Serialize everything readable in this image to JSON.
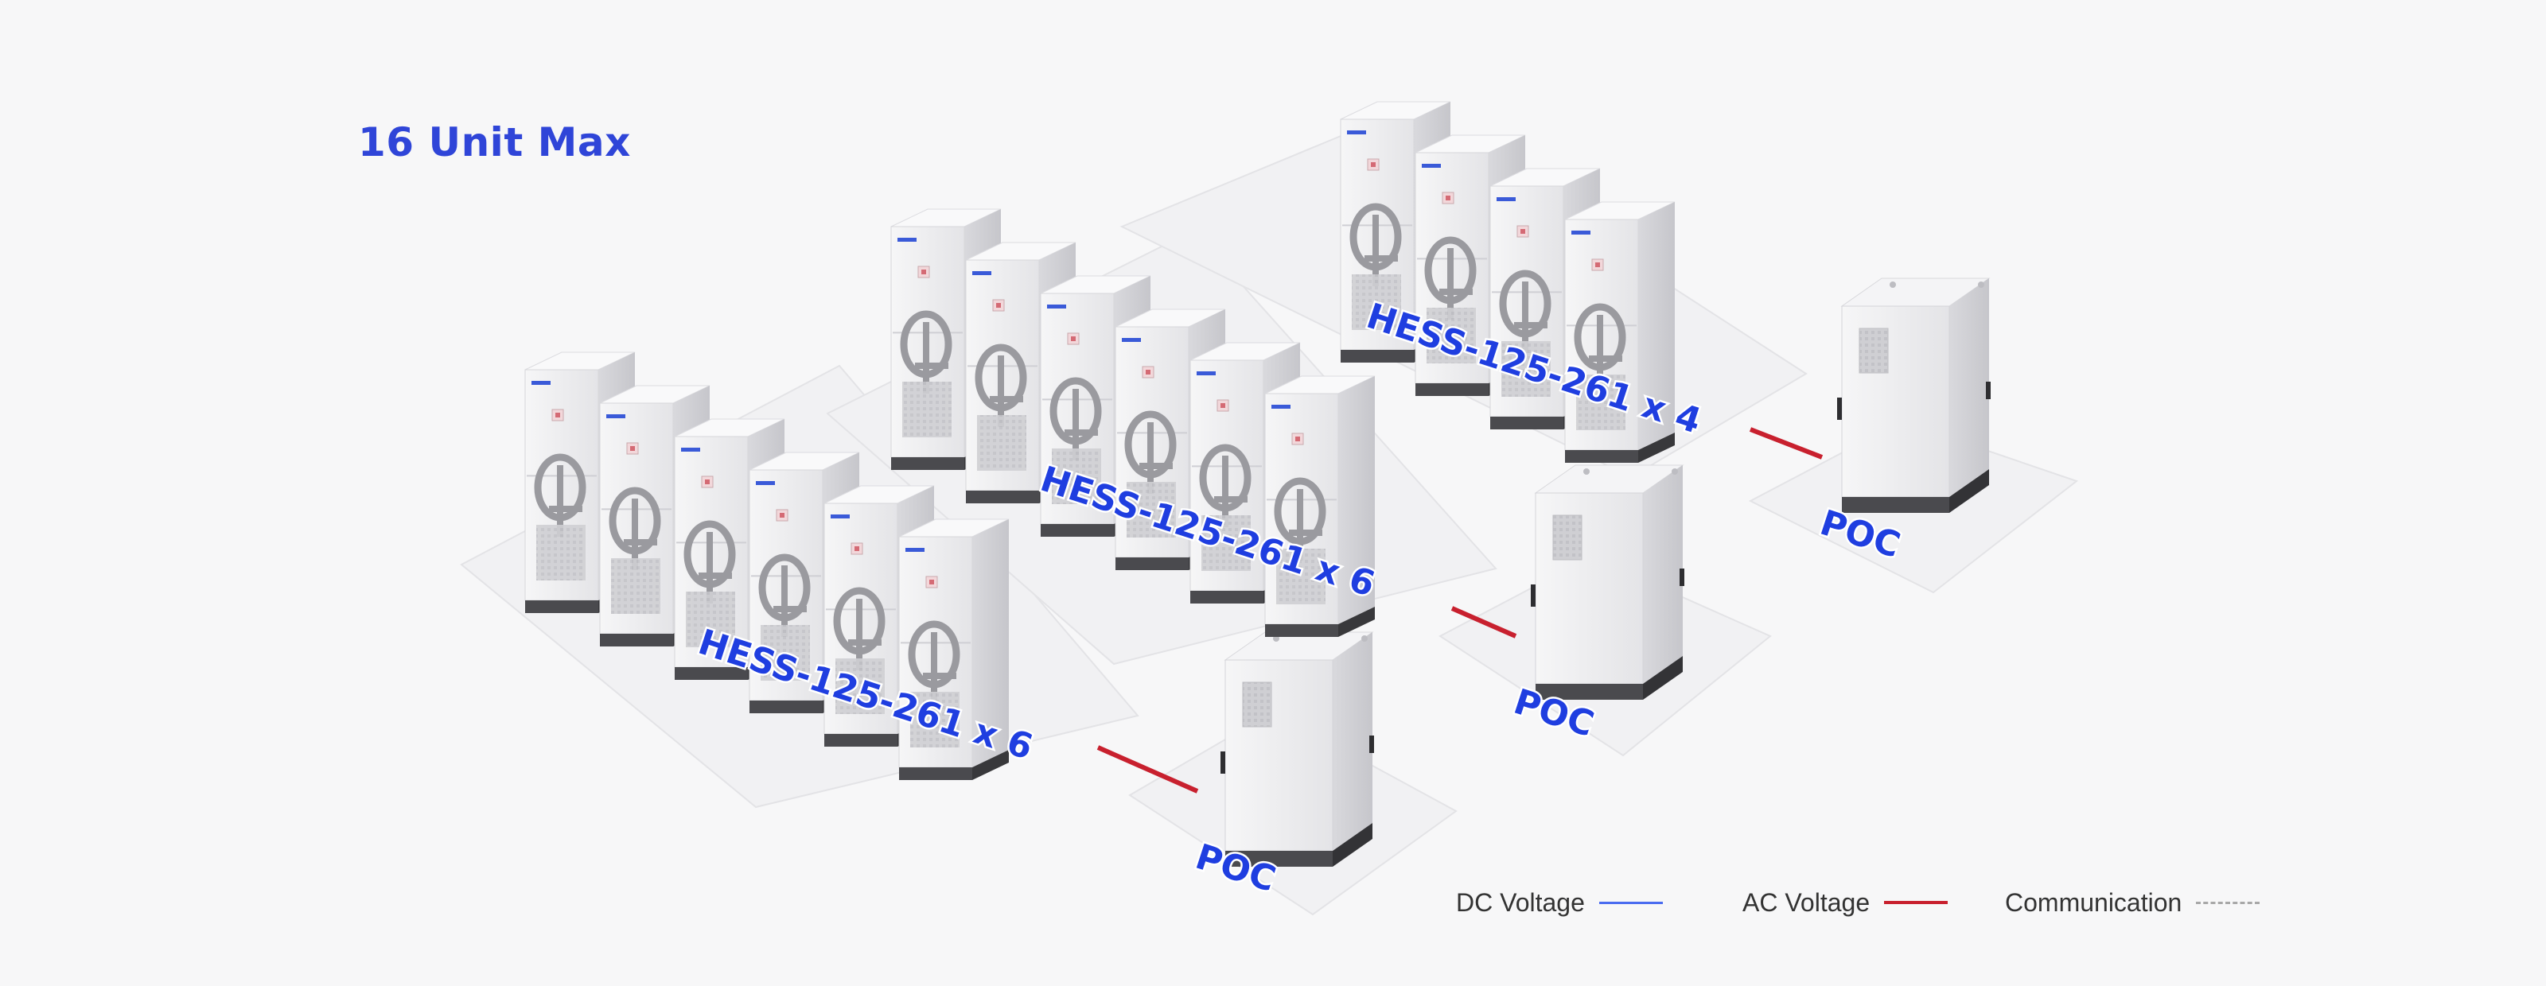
{
  "title": "16 Unit Max",
  "groups": [
    {
      "label": "HESS-125-261 x 6",
      "units": 6,
      "poc_label": "POC"
    },
    {
      "label": "HESS-125-261 x 6",
      "units": 6,
      "poc_label": "POC"
    },
    {
      "label": "HESS-125-261 x 4",
      "units": 4,
      "poc_label": "POC"
    }
  ],
  "legend": [
    {
      "label": "DC Voltage",
      "style": "solid",
      "color": "#4a6cf0"
    },
    {
      "label": "AC Voltage",
      "style": "solid",
      "color": "#c8202e"
    },
    {
      "label": "Communication",
      "style": "dashed",
      "color": "#a8a8a8"
    }
  ],
  "colors": {
    "title_blue": "#2f45d8",
    "label_blue": "#1f3ee0",
    "ac_red": "#c8202e",
    "platform": "#f1f1f3",
    "cabinet_front": "#ececee",
    "cabinet_side": "#d4d4d8",
    "cabinet_base": "#4a4a4e"
  },
  "icons": [
    "battery-cabinet-icon",
    "poc-cabinet-icon",
    "status-indicator-icon"
  ]
}
